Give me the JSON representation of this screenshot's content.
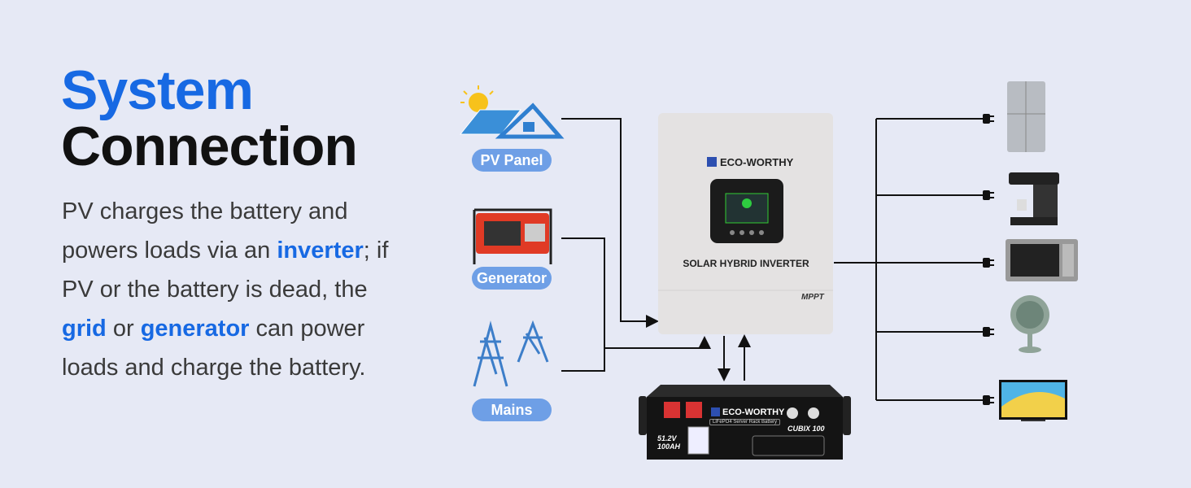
{
  "heading": {
    "line1": "System",
    "line2": "Connection"
  },
  "description": {
    "p1": "PV charges the battery and powers loads via an ",
    "k1": "inverter",
    "p2": "; if PV or the battery is dead, the ",
    "k2": "grid",
    "p3": " or ",
    "k3": "generator",
    "p4": " can power loads and charge the battery."
  },
  "sources": [
    {
      "label": "PV Panel"
    },
    {
      "label": "Generator"
    },
    {
      "label": "Mains"
    }
  ],
  "inverter": {
    "brand": "ECO-WORTHY",
    "label": "SOLAR HYBRID INVERTER",
    "badge": "MPPT"
  },
  "battery": {
    "brand": "ECO-WORTHY",
    "subtitle": "LiFePO4 Server Rack Battery",
    "voltage": "51.2V",
    "capacity": "100AH",
    "model": "CUBIX 100"
  },
  "loads": [
    "refrigerator",
    "coffee-machine",
    "microwave",
    "fan",
    "television"
  ],
  "colors": {
    "accent": "#1769e3",
    "pill": "#6e9fe6",
    "background": "#e6e9f5"
  }
}
